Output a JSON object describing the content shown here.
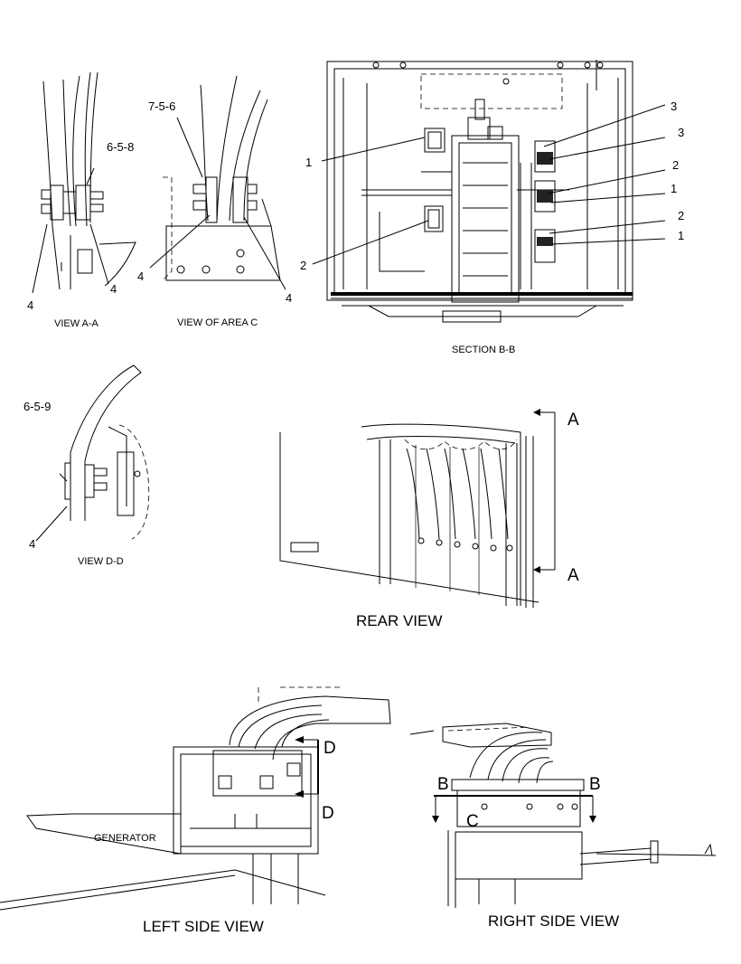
{
  "views": {
    "view_aa": {
      "title": "VIEW A-A",
      "ref": "6-5-8",
      "callouts": [
        "4",
        "4"
      ]
    },
    "view_area_c": {
      "title": "VIEW OF AREA C",
      "ref": "7-5-6",
      "callouts": [
        "4",
        "4"
      ]
    },
    "section_bb": {
      "title": "SECTION B-B",
      "callouts": [
        "1",
        "2",
        "3",
        "3",
        "2",
        "1",
        "2",
        "1"
      ]
    },
    "view_dd": {
      "title": "VIEW D-D",
      "ref": "6-5-9",
      "callouts": [
        "4"
      ]
    },
    "rear_view": {
      "title": "REAR VIEW",
      "markers": [
        "A",
        "A"
      ]
    },
    "left_side_view": {
      "title": "LEFT SIDE VIEW",
      "component": "GENERATOR",
      "markers": [
        "D",
        "D"
      ]
    },
    "right_side_view": {
      "title": "RIGHT SIDE VIEW",
      "markers": [
        "B",
        "B",
        "C"
      ]
    }
  }
}
